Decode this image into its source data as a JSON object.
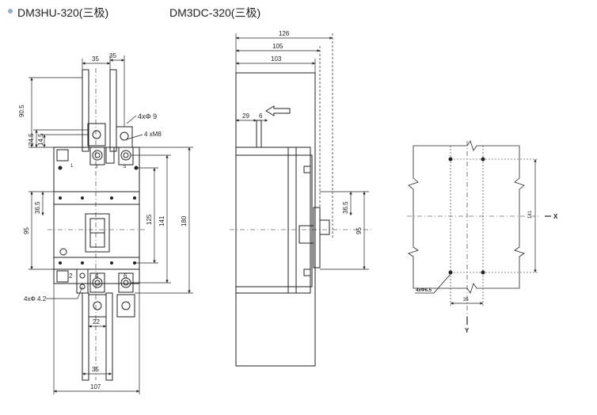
{
  "header": {
    "left_title": "DM3HU-320(三极)",
    "right_title": "DM3DC-320(三极)"
  },
  "front_view": {
    "dim_top_35_a": "35",
    "dim_top_35_b": "35",
    "dim_90_5": "90.5",
    "dim_24_5": "24.5",
    "dim_14_5": "14.5",
    "hole_label_4x_phi9": "4xΦ 9",
    "hole_label_4xM8": "4 xM8",
    "dim_36_5": "36.5",
    "dim_95": "95",
    "dim_125": "125",
    "dim_141": "141",
    "dim_180": "180",
    "mount_hole_label": "4xΦ 4.2",
    "dim_22": "22",
    "dim_35_bottom": "35",
    "dim_107": "107",
    "terminals_top": [
      "1",
      "3",
      "5"
    ],
    "terminals_bottom": [
      "2",
      "4",
      "6"
    ]
  },
  "side_view": {
    "dim_126": "126",
    "dim_105": "105",
    "dim_103": "103",
    "dim_29": "29",
    "dim_6": "6",
    "dim_36_5": "36.5",
    "dim_95": "95"
  },
  "drill_view": {
    "dim_141": "141",
    "axis_x": "X",
    "axis_y": "Y",
    "hole_label": "4xΦ6.5",
    "dim_35": "35"
  }
}
